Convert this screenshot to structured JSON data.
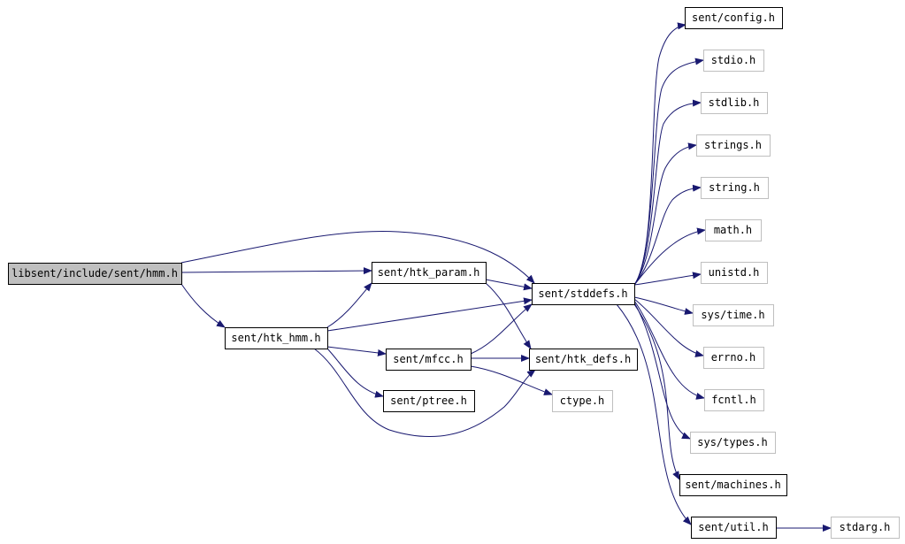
{
  "graph": {
    "colors": {
      "edge": "#191970",
      "root_fill": "#bfbfbf",
      "border_documented": "#000000",
      "border_undocumented": "#bfbfbf",
      "node_fill": "#ffffff"
    },
    "nodes": [
      {
        "id": "hmm",
        "label": "libsent/include/sent/hmm.h",
        "kind": "root"
      },
      {
        "id": "htk_param",
        "label": "sent/htk_param.h",
        "kind": "documented"
      },
      {
        "id": "htk_hmm",
        "label": "sent/htk_hmm.h",
        "kind": "documented"
      },
      {
        "id": "stddefs",
        "label": "sent/stddefs.h",
        "kind": "documented"
      },
      {
        "id": "mfcc",
        "label": "sent/mfcc.h",
        "kind": "documented"
      },
      {
        "id": "htk_defs",
        "label": "sent/htk_defs.h",
        "kind": "documented"
      },
      {
        "id": "ptree",
        "label": "sent/ptree.h",
        "kind": "documented"
      },
      {
        "id": "ctype",
        "label": "ctype.h",
        "kind": "external"
      },
      {
        "id": "config",
        "label": "sent/config.h",
        "kind": "documented"
      },
      {
        "id": "stdio",
        "label": "stdio.h",
        "kind": "external"
      },
      {
        "id": "stdlib",
        "label": "stdlib.h",
        "kind": "external"
      },
      {
        "id": "strings",
        "label": "strings.h",
        "kind": "external"
      },
      {
        "id": "string",
        "label": "string.h",
        "kind": "external"
      },
      {
        "id": "math",
        "label": "math.h",
        "kind": "external"
      },
      {
        "id": "unistd",
        "label": "unistd.h",
        "kind": "external"
      },
      {
        "id": "systime",
        "label": "sys/time.h",
        "kind": "external"
      },
      {
        "id": "errno",
        "label": "errno.h",
        "kind": "external"
      },
      {
        "id": "fcntl",
        "label": "fcntl.h",
        "kind": "external"
      },
      {
        "id": "systypes",
        "label": "sys/types.h",
        "kind": "external"
      },
      {
        "id": "machines",
        "label": "sent/machines.h",
        "kind": "documented"
      },
      {
        "id": "util",
        "label": "sent/util.h",
        "kind": "documented"
      },
      {
        "id": "stdarg",
        "label": "stdarg.h",
        "kind": "external"
      }
    ],
    "edges": [
      {
        "from": "hmm",
        "to": "stddefs"
      },
      {
        "from": "hmm",
        "to": "htk_param"
      },
      {
        "from": "hmm",
        "to": "htk_hmm"
      },
      {
        "from": "htk_param",
        "to": "stddefs"
      },
      {
        "from": "htk_param",
        "to": "htk_defs"
      },
      {
        "from": "htk_hmm",
        "to": "htk_param"
      },
      {
        "from": "htk_hmm",
        "to": "stddefs"
      },
      {
        "from": "htk_hmm",
        "to": "mfcc"
      },
      {
        "from": "htk_hmm",
        "to": "ptree"
      },
      {
        "from": "htk_hmm",
        "to": "htk_defs"
      },
      {
        "from": "mfcc",
        "to": "stddefs"
      },
      {
        "from": "mfcc",
        "to": "htk_defs"
      },
      {
        "from": "mfcc",
        "to": "ctype"
      },
      {
        "from": "stddefs",
        "to": "config"
      },
      {
        "from": "stddefs",
        "to": "stdio"
      },
      {
        "from": "stddefs",
        "to": "stdlib"
      },
      {
        "from": "stddefs",
        "to": "strings"
      },
      {
        "from": "stddefs",
        "to": "string"
      },
      {
        "from": "stddefs",
        "to": "math"
      },
      {
        "from": "stddefs",
        "to": "unistd"
      },
      {
        "from": "stddefs",
        "to": "systime"
      },
      {
        "from": "stddefs",
        "to": "errno"
      },
      {
        "from": "stddefs",
        "to": "fcntl"
      },
      {
        "from": "stddefs",
        "to": "systypes"
      },
      {
        "from": "stddefs",
        "to": "machines"
      },
      {
        "from": "stddefs",
        "to": "util"
      },
      {
        "from": "util",
        "to": "stdarg"
      }
    ]
  }
}
